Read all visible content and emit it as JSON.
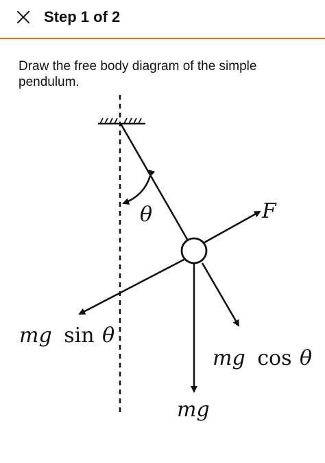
{
  "header": {
    "step_title": "Step 1 of 2",
    "close_icon": "close-icon"
  },
  "question": {
    "text": "Draw the free body diagram of the simple pendulum."
  },
  "diagram": {
    "labels": {
      "force_f": "F",
      "theta": "θ",
      "tangential": {
        "mg": "mg",
        "fn": "sin",
        "theta": "θ"
      },
      "radial": {
        "mg": "mg",
        "fn": "cos",
        "theta": "θ"
      },
      "weight": "mg"
    }
  },
  "colors": {
    "accent": "#e8711b",
    "text": "#111111",
    "background": "#ffffff"
  }
}
